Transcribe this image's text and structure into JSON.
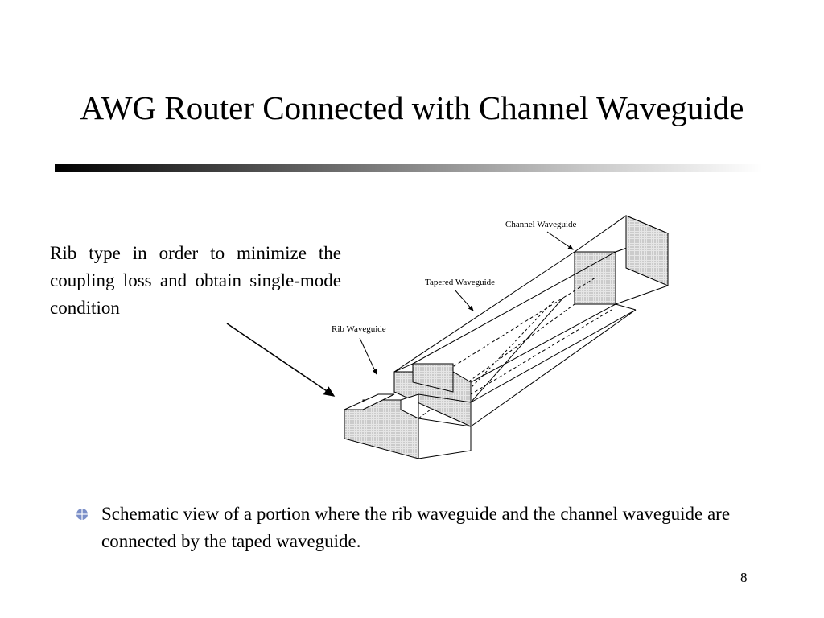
{
  "slide": {
    "title": "AWG Router Connected with Channel Waveguide",
    "callout": "Rib type in order to minimize the coupling loss and obtain single-mode condition",
    "bullet": "Schematic view of a portion where the rib waveguide and the channel waveguide are connected by the taped waveguide.",
    "page_number": "8"
  },
  "diagram": {
    "labels": {
      "channel": "Channel Waveguide",
      "tapered": "Tapered Waveguide",
      "rib": "Rib Waveguide"
    }
  }
}
